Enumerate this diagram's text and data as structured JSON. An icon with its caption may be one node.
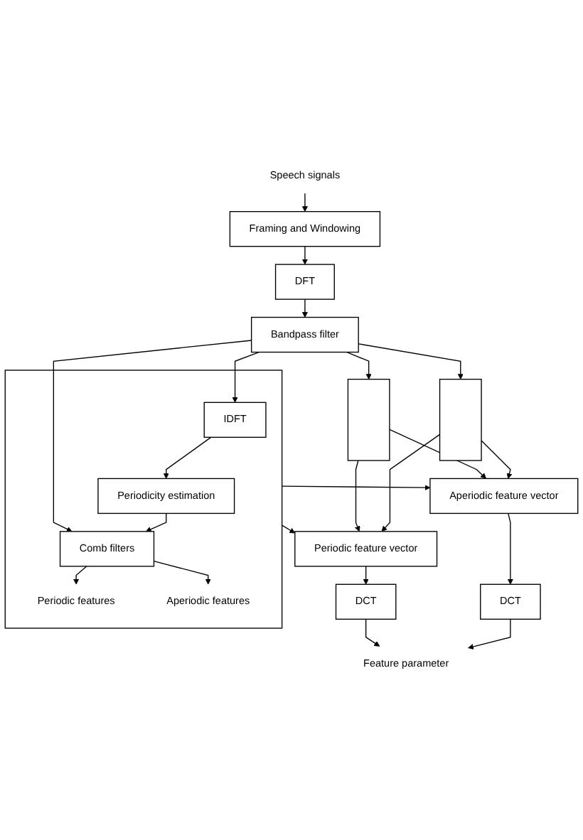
{
  "diagram": {
    "nodes": [
      {
        "text": [
          "Speech signals"
        ]
      },
      {
        "text": [
          "Framing and Windowing"
        ]
      },
      {
        "text": [
          "DFT"
        ]
      },
      {
        "text": [
          "Bandpass filter"
        ]
      },
      {
        "text": [],
        "shape": "box"
      },
      {
        "text": [
          "IDFT"
        ],
        "in": 4
      },
      {
        "text": [
          "Periodicity estimation"
        ],
        "in": 4
      },
      {
        "text": [
          "Comb filters"
        ],
        "in": 4
      },
      {
        "text": [
          "Periodic features"
        ],
        "in": 4
      },
      {
        "text": [
          "Aperiodic features"
        ],
        "in": 4
      },
      {
        "text": [],
        "shape": "box"
      },
      {
        "text": [],
        "shape": "box"
      },
      {
        "text": [
          "Aperiodic feature vector"
        ]
      },
      {
        "text": [
          "Periodic feature vector"
        ]
      },
      {
        "text": [
          "DCT"
        ]
      },
      {
        "text": [
          "DCT"
        ]
      },
      {
        "text": [
          "Feature parameter"
        ]
      }
    ],
    "edges": [
      {
        "from": 0,
        "to": 1,
        "arrow": "to"
      },
      {
        "from": 1,
        "to": 2,
        "arrow": "to"
      },
      {
        "from": 2,
        "to": 3,
        "arrow": "to"
      },
      {
        "from": 3,
        "to": 5,
        "arrow": "to"
      },
      {
        "from": 3,
        "to": 7,
        "arrow": "to"
      },
      {
        "from": 3,
        "to": 10,
        "arrow": "to"
      },
      {
        "from": 3,
        "to": 11,
        "arrow": "to"
      },
      {
        "from": 5,
        "to": 6,
        "arrow": "to"
      },
      {
        "from": 6,
        "to": 7,
        "arrow": "to"
      },
      {
        "from": 7,
        "to": 8,
        "arrow": "to"
      },
      {
        "from": 7,
        "to": 9,
        "arrow": "to"
      },
      {
        "from": 4,
        "to": 13,
        "arrow": "to"
      },
      {
        "from": 4,
        "to": 12,
        "arrow": "to"
      },
      {
        "from": 10,
        "to": 12,
        "arrow": "to"
      },
      {
        "from": 10,
        "to": 13,
        "arrow": "to"
      },
      {
        "from": 11,
        "to": 12,
        "arrow": "to"
      },
      {
        "from": 11,
        "to": 13,
        "arrow": "to"
      },
      {
        "from": 13,
        "to": 14,
        "arrow": "to"
      },
      {
        "from": 12,
        "to": 15,
        "arrow": "to"
      },
      {
        "from": 14,
        "to": 16,
        "arrow": "to"
      },
      {
        "from": 15,
        "to": 16,
        "arrow": "to"
      }
    ]
  }
}
